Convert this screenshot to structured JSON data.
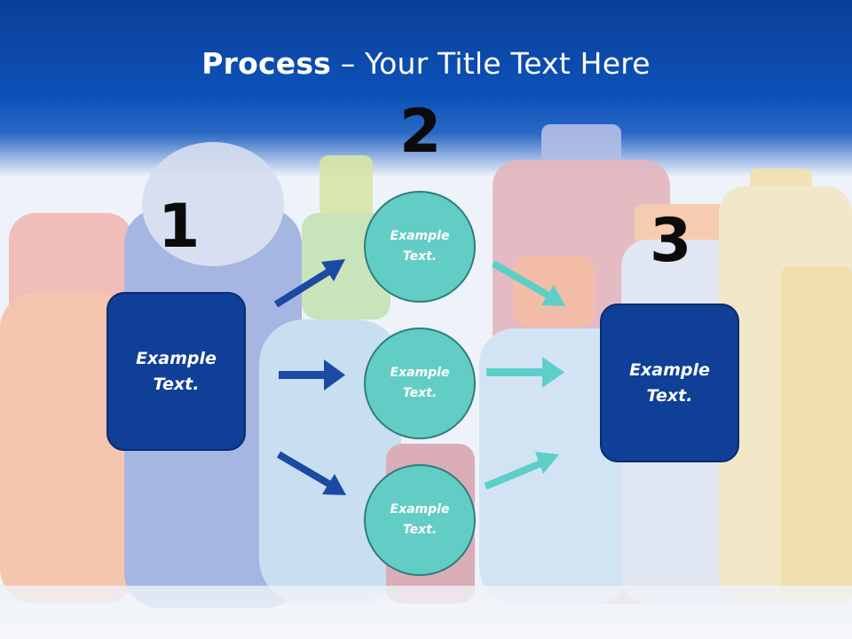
{
  "title": {
    "bold": "Process",
    "rest": " – Your Title Text Here"
  },
  "steps": {
    "n1": "1",
    "n2": "2",
    "n3": "3"
  },
  "left_box": {
    "line1": "Example",
    "line2": "Text."
  },
  "right_box": {
    "line1": "Example",
    "line2": "Text."
  },
  "circles": [
    {
      "line1": "Example",
      "line2": "Text."
    },
    {
      "line1": "Example",
      "line2": "Text."
    },
    {
      "line1": "Example",
      "line2": "Text."
    }
  ],
  "colors": {
    "header_blue": "#0d4aa6",
    "box_blue": "#0f3f97",
    "circle_teal": "#62cdc5",
    "arrow_blue": "#1a4aa3",
    "arrow_teal": "#5dcfc8"
  }
}
